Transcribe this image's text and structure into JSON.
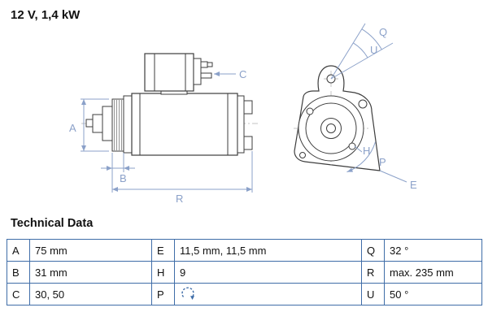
{
  "title": "12 V, 1,4 kW",
  "drawing": {
    "labels": {
      "A": "A",
      "B": "B",
      "C": "C",
      "R": "R",
      "Q": "Q",
      "U": "U",
      "H": "H",
      "P": "P",
      "E": "E"
    }
  },
  "table": {
    "heading": "Technical Data",
    "rows": [
      [
        {
          "k": "A",
          "v": "75 mm"
        },
        {
          "k": "E",
          "v": "11,5 mm, 11,5 mm"
        },
        {
          "k": "Q",
          "v": "32 °"
        }
      ],
      [
        {
          "k": "B",
          "v": "31 mm"
        },
        {
          "k": "H",
          "v": "9"
        },
        {
          "k": "R",
          "v": "max. 235 mm"
        }
      ],
      [
        {
          "k": "C",
          "v": "30, 50"
        },
        {
          "k": "P",
          "v": ""
        },
        {
          "k": "U",
          "v": "50 °"
        }
      ]
    ],
    "p_icon": "rotation-clockwise"
  },
  "colors": {
    "annotation": "#8ba1c9",
    "table_border": "#3f6da8",
    "line": "#3d3d3d"
  }
}
